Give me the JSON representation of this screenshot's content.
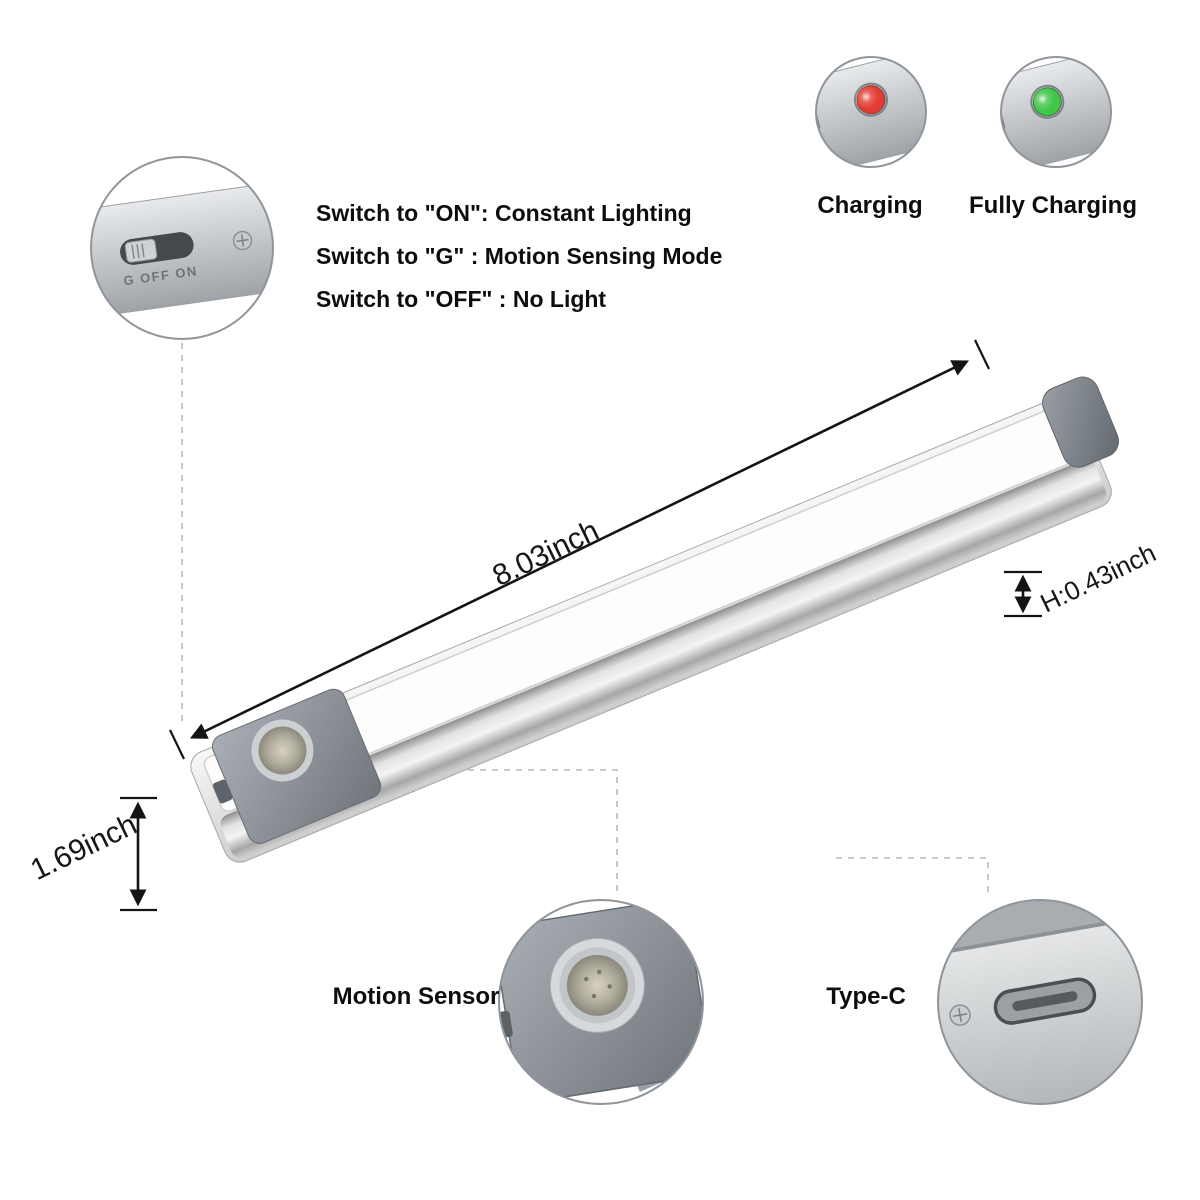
{
  "switch_info": {
    "engraving": "G OFF ON",
    "lines": [
      "Switch to \"ON\": Constant Lighting",
      "Switch to \"G\"  : Motion Sensing Mode",
      "Switch to \"OFF\" : No Light"
    ]
  },
  "indicators": {
    "charging": "Charging",
    "fully_charging": "Fully Charging"
  },
  "callouts": {
    "motion_sensor": "Motion Sensor",
    "type_c": "Type-C"
  },
  "dimensions": {
    "length": "8.03inch",
    "height": "H:0.43inch",
    "width": "1.69inch"
  },
  "colors": {
    "led_charging": "#e23d33",
    "led_fully_charged": "#41c64a",
    "metal_silver": "#cfcfcf",
    "end_cap_gray": "#7a8086",
    "dimension_line": "#141414"
  }
}
